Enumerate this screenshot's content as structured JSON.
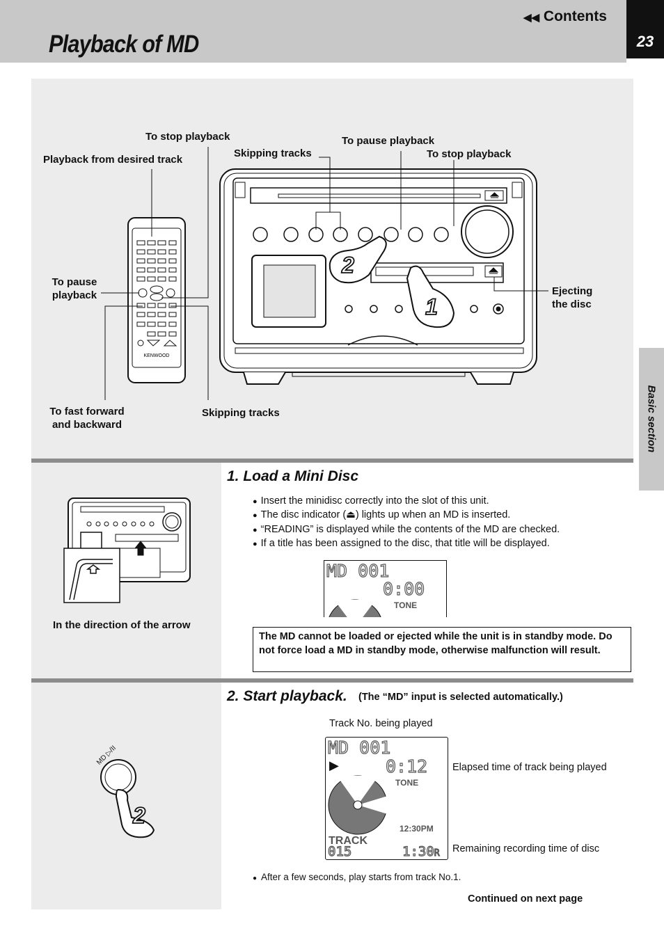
{
  "header": {
    "title": "Playback of MD",
    "contents_link": "Contents",
    "page_number": "23",
    "side_tab": "Basic section"
  },
  "diagram": {
    "callouts": {
      "playback_from_desired_track": "Playback from desired track",
      "to_stop_playback_remote": "To stop playback",
      "skipping_tracks_top": "Skipping tracks",
      "to_pause_playback_top": "To pause playback",
      "to_stop_playback_unit": "To stop playback",
      "to_pause_playback_remote_1": "To pause",
      "to_pause_playback_remote_2": "playback",
      "ejecting_1": "Ejecting",
      "ejecting_2": "the disc",
      "fast_forward_1": "To fast forward",
      "fast_forward_2": "and backward",
      "skipping_tracks_bottom": "Skipping tracks"
    },
    "remote_brand": "KENWOOD",
    "step_marks": [
      "2",
      "1"
    ]
  },
  "step1": {
    "heading": "1.   Load a Mini Disc",
    "bullets": [
      "Insert the minidisc correctly into the slot of this unit.",
      "The disc indicator (⏏) lights up when an MD is inserted.",
      "“READING” is displayed while the contents of the MD are checked.",
      "If a title has been assigned to the disc, that title will be displayed."
    ],
    "caption": "In the direction of the arrow",
    "display": {
      "line1": "MD 001",
      "line2": "0:00",
      "tone": "TONE"
    },
    "note": "The MD cannot be loaded or ejected while the unit is in standby mode. Do not force load a MD in standby mode, otherwise malfunction will result."
  },
  "step2": {
    "heading": "2.   Start playback.",
    "subheading": "(The “MD” input is selected automatically.)",
    "button_label": "MD ▷/II",
    "step_mark": "2",
    "track_label": "Track No. being played",
    "elapsed_label": "Elapsed time of track being played",
    "remaining_label": "Remaining recording time of disc",
    "display": {
      "line1": "MD 001",
      "time": "0:12",
      "tone": "TONE",
      "clock": "12:30PM",
      "track_word": "TRACK",
      "track_no": "015",
      "remaining": "1:30",
      "remaining_suffix": "R"
    },
    "bullet": "After a few seconds, play starts from track No.1.",
    "continued": "Continued on next page"
  }
}
